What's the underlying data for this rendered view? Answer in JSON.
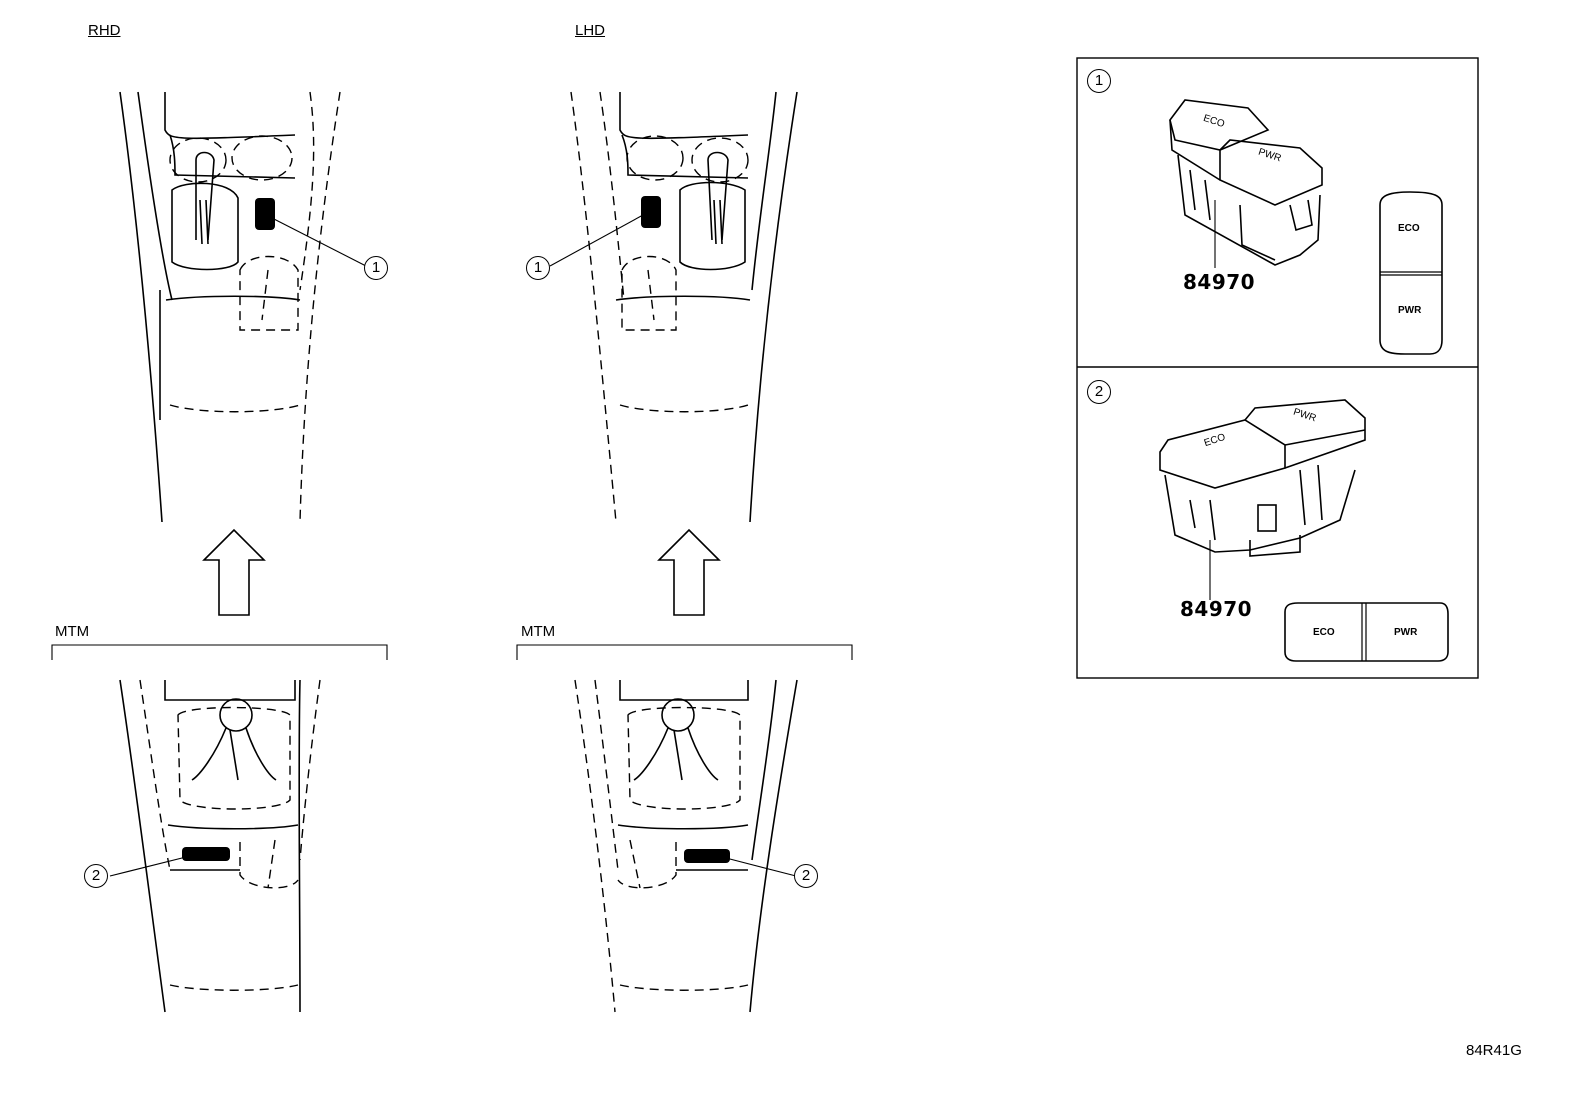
{
  "labels": {
    "rhd": "RHD",
    "lhd": "LHD",
    "mtm_left": "MTM",
    "mtm_right": "MTM",
    "reference_code": "84R41G"
  },
  "callouts": {
    "one": "1",
    "two": "2"
  },
  "detail_panels": [
    {
      "number": "1",
      "part_number": "84970",
      "switch_labels": [
        "ECO",
        "PWR"
      ],
      "front_view_labels": [
        "ECO",
        "PWR"
      ]
    },
    {
      "number": "2",
      "part_number": "84970",
      "switch_labels": [
        "ECO",
        "PWR"
      ],
      "front_view_labels": [
        "ECO",
        "PWR"
      ]
    }
  ]
}
